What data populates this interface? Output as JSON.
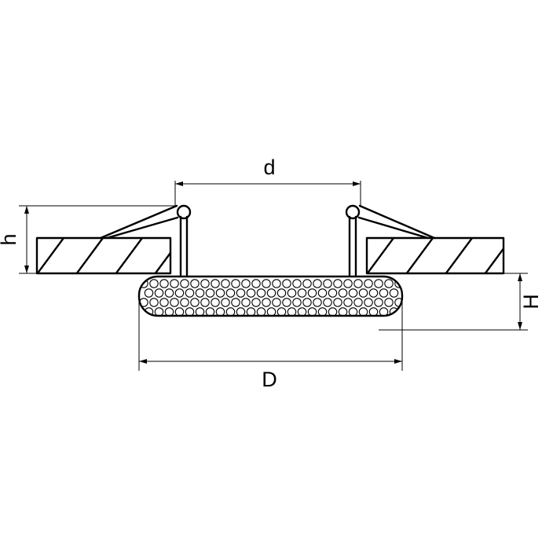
{
  "dimensions": {
    "cutout_diameter_label": "d",
    "outer_diameter_label": "D",
    "ceiling_thickness_label": "h",
    "fixture_height_label": "H"
  },
  "colors": {
    "line": "#000000",
    "background": "#ffffff"
  }
}
